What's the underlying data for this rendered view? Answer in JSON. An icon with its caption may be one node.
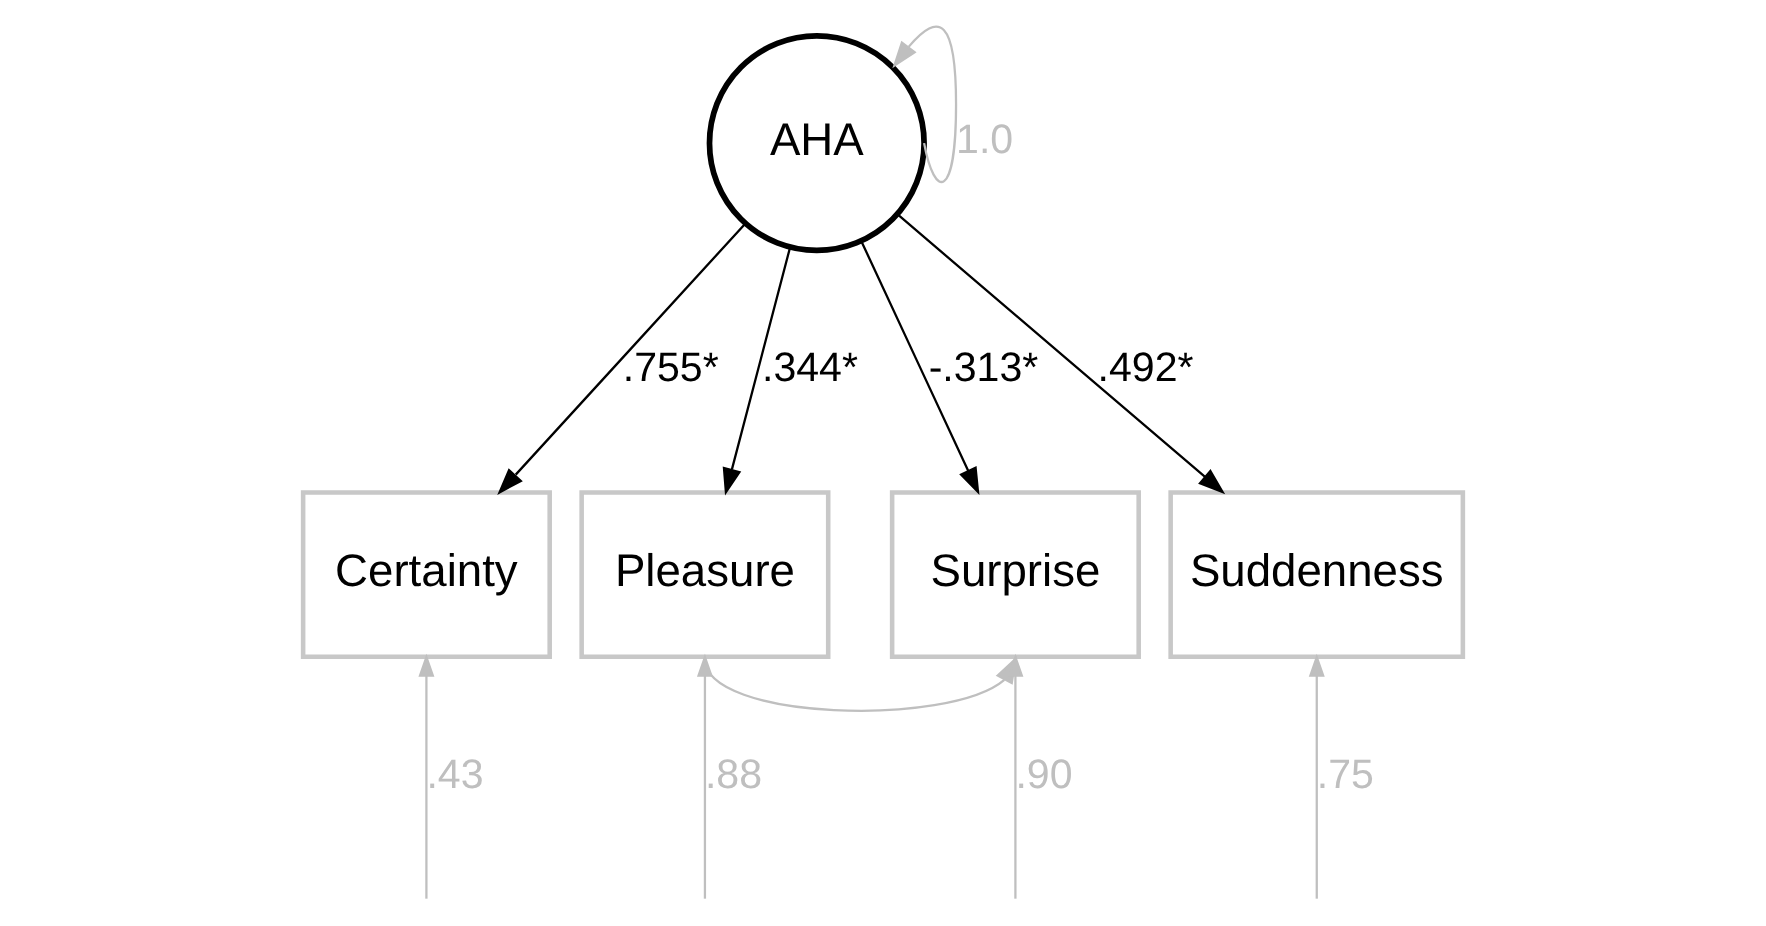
{
  "diagram": {
    "nodes": [
      {
        "text": [
          "AHA"
        ]
      },
      {
        "text": [
          "Certainty"
        ]
      },
      {
        "text": [
          "Pleasure"
        ]
      },
      {
        "text": [
          "Surprise"
        ]
      },
      {
        "text": [
          "Suddenness"
        ]
      }
    ],
    "edges": [
      {
        "from": 0,
        "to": 0,
        "arrow": "to",
        "label": "1.0",
        "color": "#bfbfbf"
      },
      {
        "from": 0,
        "to": 1,
        "arrow": "to",
        "label": ".755*",
        "color": "#000000"
      },
      {
        "from": 0,
        "to": 2,
        "arrow": "to",
        "label": ".344*",
        "color": "#000000"
      },
      {
        "from": 0,
        "to": 3,
        "arrow": "to",
        "label": "-.313*",
        "color": "#000000"
      },
      {
        "from": 0,
        "to": 4,
        "arrow": "to",
        "label": ".492*",
        "color": "#000000"
      },
      {
        "from": 2,
        "to": 3,
        "arrow": "both",
        "color": "#bfbfbf"
      },
      {
        "from": null,
        "to": 1,
        "arrow": "to",
        "label": ".43",
        "color": "#bfbfbf"
      },
      {
        "from": null,
        "to": 2,
        "arrow": "to",
        "label": ".88",
        "color": "#bfbfbf"
      },
      {
        "from": null,
        "to": 3,
        "arrow": "to",
        "label": ".90",
        "color": "#bfbfbf"
      },
      {
        "from": null,
        "to": 4,
        "arrow": "to",
        "label": ".75",
        "color": "#bfbfbf"
      }
    ]
  }
}
